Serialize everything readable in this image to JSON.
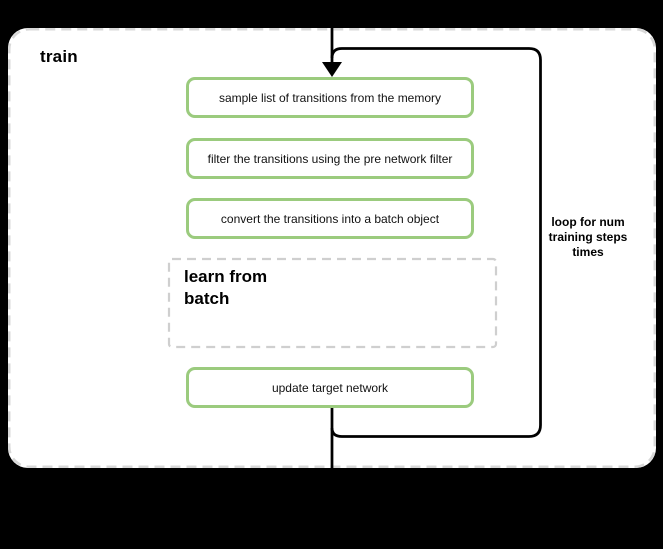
{
  "diagram": {
    "container_label": "train",
    "steps": [
      {
        "label": "sample list of transitions from the memory"
      },
      {
        "label": "filter the transitions using the pre network filter"
      },
      {
        "label": "convert the transitions into a batch object"
      }
    ],
    "subprocess": {
      "line1": "learn from",
      "line2": "batch"
    },
    "final_step": {
      "label": "update target network"
    },
    "loop_annotation": {
      "line1": "loop for num",
      "line2": "training steps",
      "line3": "times"
    },
    "colors": {
      "background": "#000000",
      "container_fill": "#ffffff",
      "container_border": "#d8d8d8",
      "step_border": "#9bcb7e",
      "subprocess_border": "#cfcfcf",
      "connector": "#000000"
    }
  }
}
